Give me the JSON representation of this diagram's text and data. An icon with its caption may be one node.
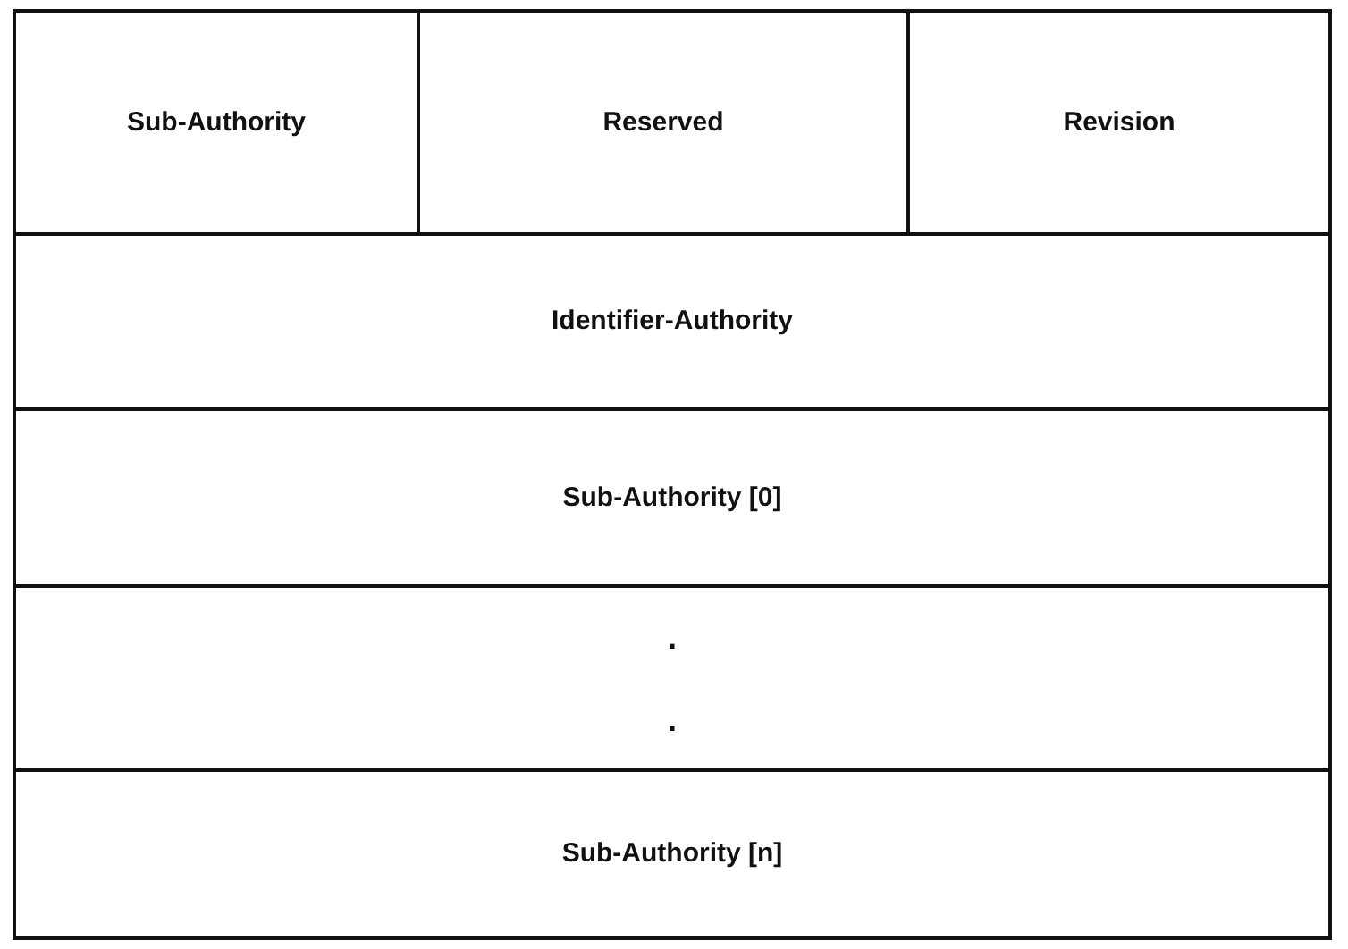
{
  "diagram": {
    "nodes": [
      {
        "text": [
          "Sub-Authority"
        ]
      },
      {
        "text": [
          "Reserved"
        ]
      },
      {
        "text": [
          "Revision"
        ]
      },
      {
        "text": [
          "Identifier-Authority"
        ]
      },
      {
        "text": [
          "Sub-Authority [0]"
        ]
      },
      {
        "text": [
          ".",
          "."
        ]
      },
      {
        "text": [
          "Sub-Authority [n]"
        ]
      }
    ]
  }
}
